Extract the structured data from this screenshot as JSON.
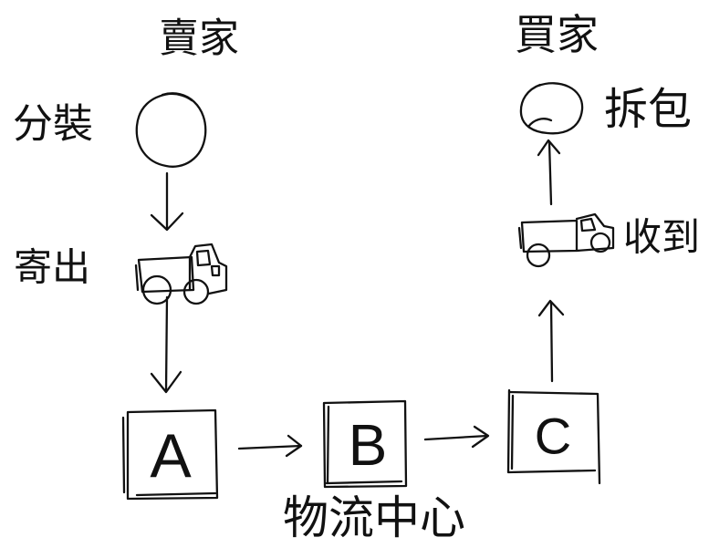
{
  "diagram": {
    "seller": "賣家",
    "buyer": "買家",
    "steps": {
      "pack": "分裝",
      "ship": "寄出",
      "receive": "收到",
      "unpack": "拆包"
    },
    "centers": [
      "A",
      "B",
      "C"
    ],
    "hub": "物流中心"
  },
  "colors": {
    "ink": "#111111",
    "background": "#ffffff"
  }
}
